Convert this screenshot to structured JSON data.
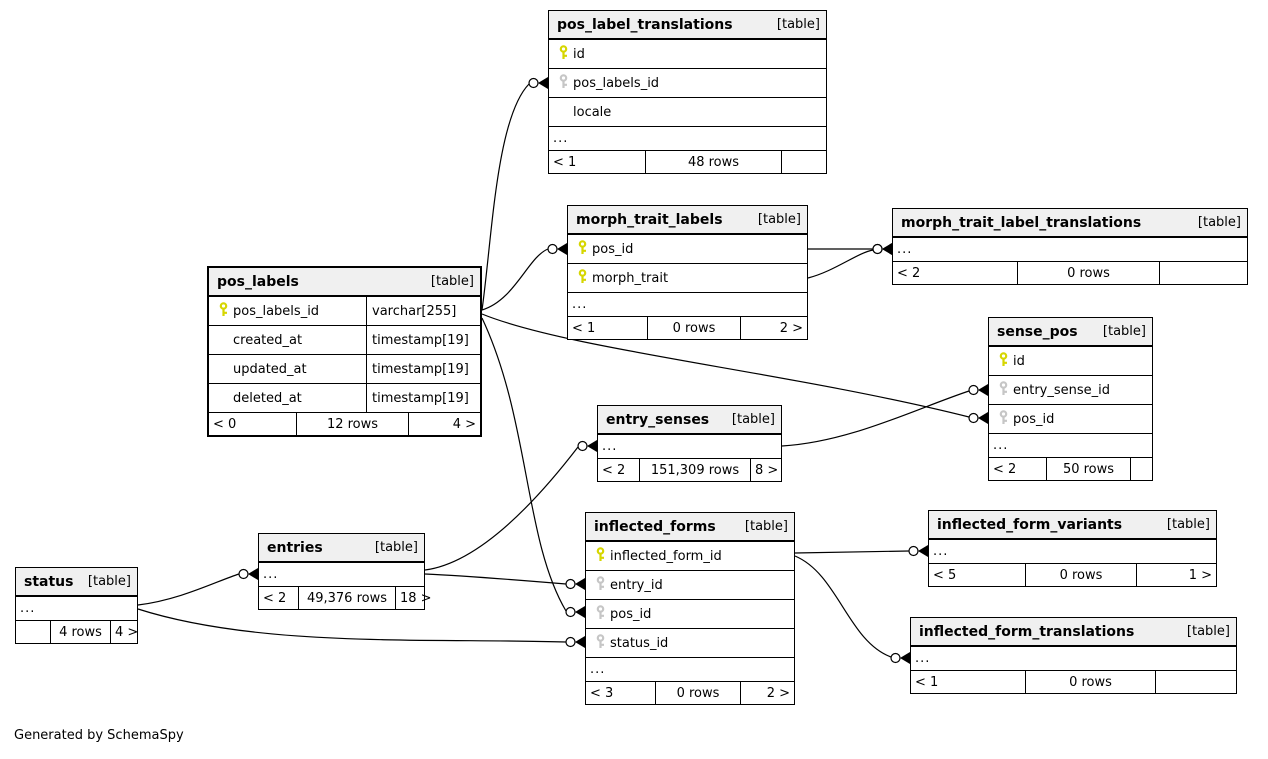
{
  "footer_note": "Generated by SchemaSpy",
  "colors": {
    "primary_key": "#d6d600",
    "foreign_key": "#c6c6c6",
    "header_bg": "#f0f0f0",
    "edge": "#000000"
  },
  "tables": {
    "pos_label_translations": {
      "name": "pos_label_translations",
      "tag": "[table]",
      "columns": [
        {
          "key": "pk",
          "name": "id"
        },
        {
          "key": "fk",
          "name": "pos_labels_id"
        },
        {
          "key": "",
          "name": "locale"
        }
      ],
      "dots": "...",
      "footer": {
        "left": "< 1",
        "center": "48 rows",
        "right": ""
      }
    },
    "morph_trait_labels": {
      "name": "morph_trait_labels",
      "tag": "[table]",
      "columns": [
        {
          "key": "pk",
          "name": "pos_id"
        },
        {
          "key": "pk",
          "name": "morph_trait"
        }
      ],
      "dots": "...",
      "footer": {
        "left": "< 1",
        "center": "0 rows",
        "right": "2 >"
      }
    },
    "morph_trait_label_translations": {
      "name": "morph_trait_label_translations",
      "tag": "[table]",
      "columns": [],
      "dots": "...",
      "footer": {
        "left": "< 2",
        "center": "0 rows",
        "right": ""
      }
    },
    "pos_labels": {
      "name": "pos_labels",
      "tag": "[table]",
      "highlighted": true,
      "columns": [
        {
          "key": "pk",
          "name": "pos_labels_id",
          "type": "varchar[255]"
        },
        {
          "key": "",
          "name": "created_at",
          "type": "timestamp[19]"
        },
        {
          "key": "",
          "name": "updated_at",
          "type": "timestamp[19]"
        },
        {
          "key": "",
          "name": "deleted_at",
          "type": "timestamp[19]"
        }
      ],
      "footer": {
        "left": "< 0",
        "center": "12 rows",
        "right": "4 >"
      }
    },
    "sense_pos": {
      "name": "sense_pos",
      "tag": "[table]",
      "columns": [
        {
          "key": "pk",
          "name": "id"
        },
        {
          "key": "fk",
          "name": "entry_sense_id"
        },
        {
          "key": "fk",
          "name": "pos_id"
        }
      ],
      "dots": "...",
      "footer": {
        "left": "< 2",
        "center": "50 rows",
        "right": ""
      }
    },
    "entry_senses": {
      "name": "entry_senses",
      "tag": "[table]",
      "columns": [],
      "dots": "...",
      "footer": {
        "left": "< 2",
        "center": "151,309 rows",
        "right": "8 >"
      }
    },
    "entries": {
      "name": "entries",
      "tag": "[table]",
      "columns": [],
      "dots": "...",
      "footer": {
        "left": "< 2",
        "center": "49,376 rows",
        "right": "18 >"
      }
    },
    "status": {
      "name": "status",
      "tag": "[table]",
      "columns": [],
      "dots": "...",
      "footer": {
        "left": "",
        "center": "4 rows",
        "right": "4 >"
      }
    },
    "inflected_forms": {
      "name": "inflected_forms",
      "tag": "[table]",
      "columns": [
        {
          "key": "pk",
          "name": "inflected_form_id"
        },
        {
          "key": "fk",
          "name": "entry_id"
        },
        {
          "key": "fk",
          "name": "pos_id"
        },
        {
          "key": "fk",
          "name": "status_id"
        }
      ],
      "dots": "...",
      "footer": {
        "left": "< 3",
        "center": "0 rows",
        "right": "2 >"
      }
    },
    "inflected_form_variants": {
      "name": "inflected_form_variants",
      "tag": "[table]",
      "columns": [],
      "dots": "...",
      "footer": {
        "left": "< 5",
        "center": "0 rows",
        "right": "1 >"
      }
    },
    "inflected_form_translations": {
      "name": "inflected_form_translations",
      "tag": "[table]",
      "columns": [],
      "dots": "...",
      "footer": {
        "left": "< 1",
        "center": "0 rows",
        "right": ""
      }
    }
  },
  "relationships": [
    {
      "from": "pos_labels.pos_labels_id",
      "to": "pos_label_translations.pos_labels_id"
    },
    {
      "from": "pos_labels.pos_labels_id",
      "to": "morph_trait_labels.pos_id"
    },
    {
      "from": "morph_trait_labels.pos_id",
      "to": "morph_trait_label_translations"
    },
    {
      "from": "morph_trait_labels.morph_trait",
      "to": "morph_trait_label_translations"
    },
    {
      "from": "pos_labels.pos_labels_id",
      "to": "sense_pos.pos_id"
    },
    {
      "from": "entry_senses",
      "to": "sense_pos.entry_sense_id"
    },
    {
      "from": "entries",
      "to": "entry_senses"
    },
    {
      "from": "entries",
      "to": "inflected_forms.entry_id"
    },
    {
      "from": "pos_labels.pos_labels_id",
      "to": "inflected_forms.pos_id"
    },
    {
      "from": "status",
      "to": "entries"
    },
    {
      "from": "status",
      "to": "inflected_forms.status_id"
    },
    {
      "from": "inflected_forms.inflected_form_id",
      "to": "inflected_form_variants"
    },
    {
      "from": "inflected_forms.inflected_form_id",
      "to": "inflected_form_translations"
    }
  ]
}
